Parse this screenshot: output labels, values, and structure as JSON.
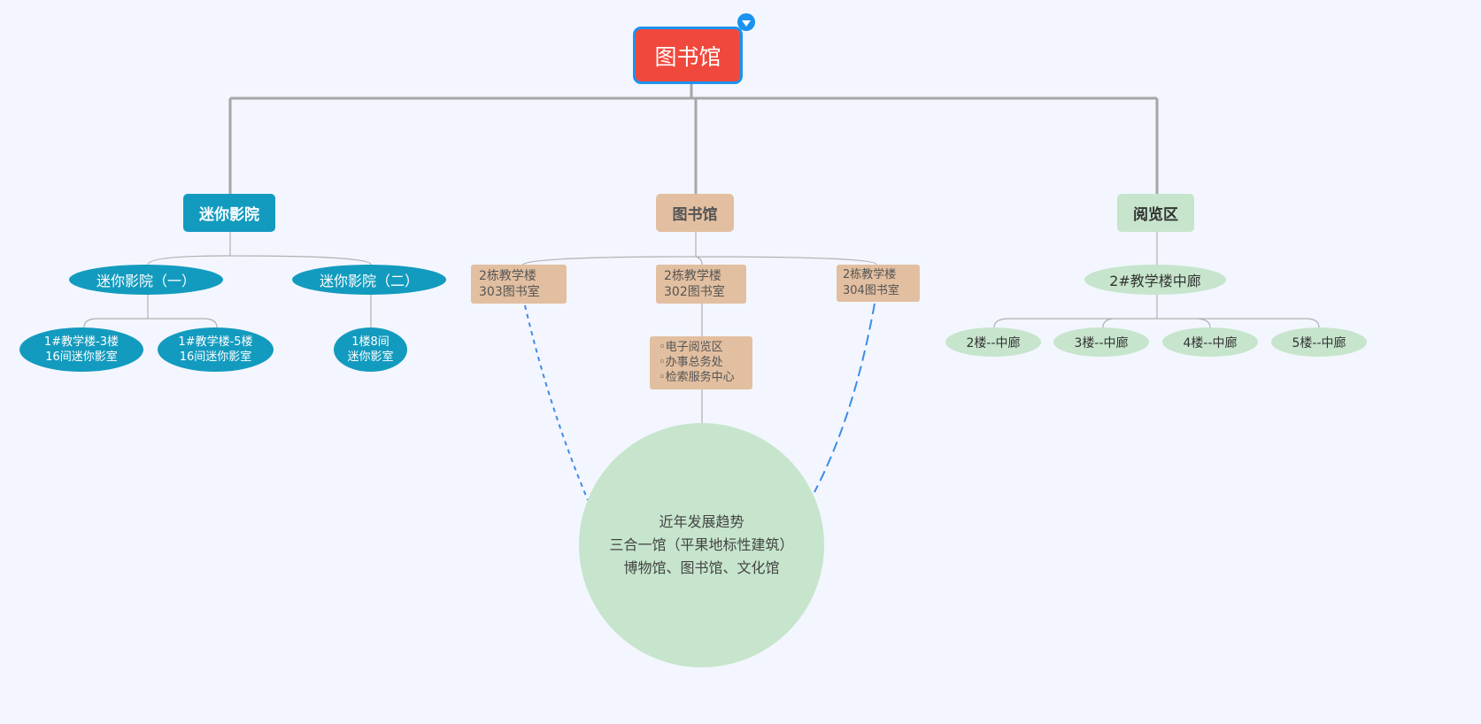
{
  "root": {
    "label": "图书馆"
  },
  "branches": [
    {
      "label": "迷你影院",
      "children": [
        {
          "label": "迷你影院（一）",
          "children": [
            "1#教学楼-3楼\n16间迷你影室",
            "1#教学楼-5楼\n16间迷你影室"
          ]
        },
        {
          "label": "迷你影院（二）",
          "children": [
            "1楼8间\n迷你影室"
          ]
        }
      ]
    },
    {
      "label": "图书馆",
      "children": [
        {
          "label": "2栋教学楼\n303图书室"
        },
        {
          "label": "2栋教学楼\n302图书室",
          "list": [
            "电子阅览区",
            "办事总务处",
            "检索服务中心"
          ]
        },
        {
          "label": "2栋教学楼\n304图书室"
        }
      ],
      "summary": "近年发展趋势\n三合一馆（平果地标性建筑）\n博物馆、图书馆、文化馆"
    },
    {
      "label": "阅览区",
      "children": [
        {
          "label": "2#教学楼中廊",
          "children": [
            "2楼--中廊",
            "3楼--中廊",
            "4楼--中廊",
            "5楼--中廊"
          ]
        }
      ]
    }
  ],
  "colors": {
    "root": "#f0483c",
    "accent": "#1a93f0",
    "teal": "#139bbf",
    "tan": "#e2bfa0",
    "green": "#c6e5cc"
  }
}
